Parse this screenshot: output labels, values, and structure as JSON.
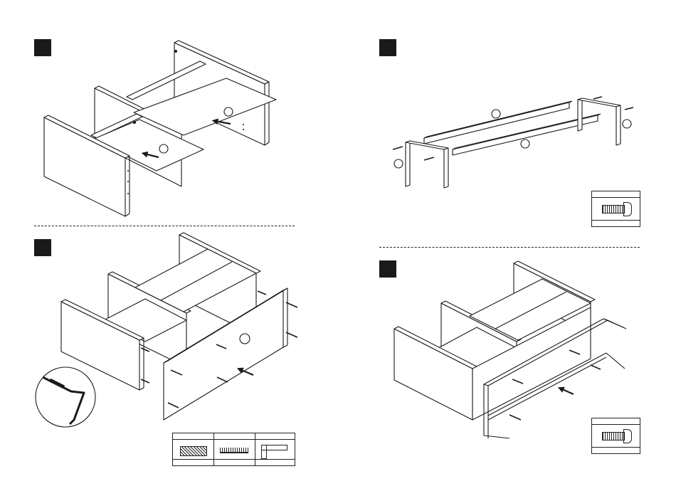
{
  "document": {
    "type": "furniture-assembly-instructions",
    "steps": [
      {
        "id": "step-a",
        "quadrant": "top-left",
        "illustration": "insert-middle-shelves"
      },
      {
        "id": "step-b",
        "quadrant": "bottom-left",
        "illustration": "attach-back-panel-with-screws"
      },
      {
        "id": "step-c",
        "quadrant": "top-right",
        "illustration": "assemble-metal-frame"
      },
      {
        "id": "step-d",
        "quadrant": "bottom-right",
        "illustration": "attach-frame-to-cabinet"
      }
    ],
    "hardware": {
      "step_b": [
        "dowel-icon",
        "wood-screw-icon",
        "allen-key-icon"
      ],
      "step_c": [
        "bolt-icon"
      ],
      "step_d": [
        "bolt-icon"
      ]
    },
    "colors": {
      "ink": "#1a1a1a",
      "paper": "#ffffff"
    }
  }
}
